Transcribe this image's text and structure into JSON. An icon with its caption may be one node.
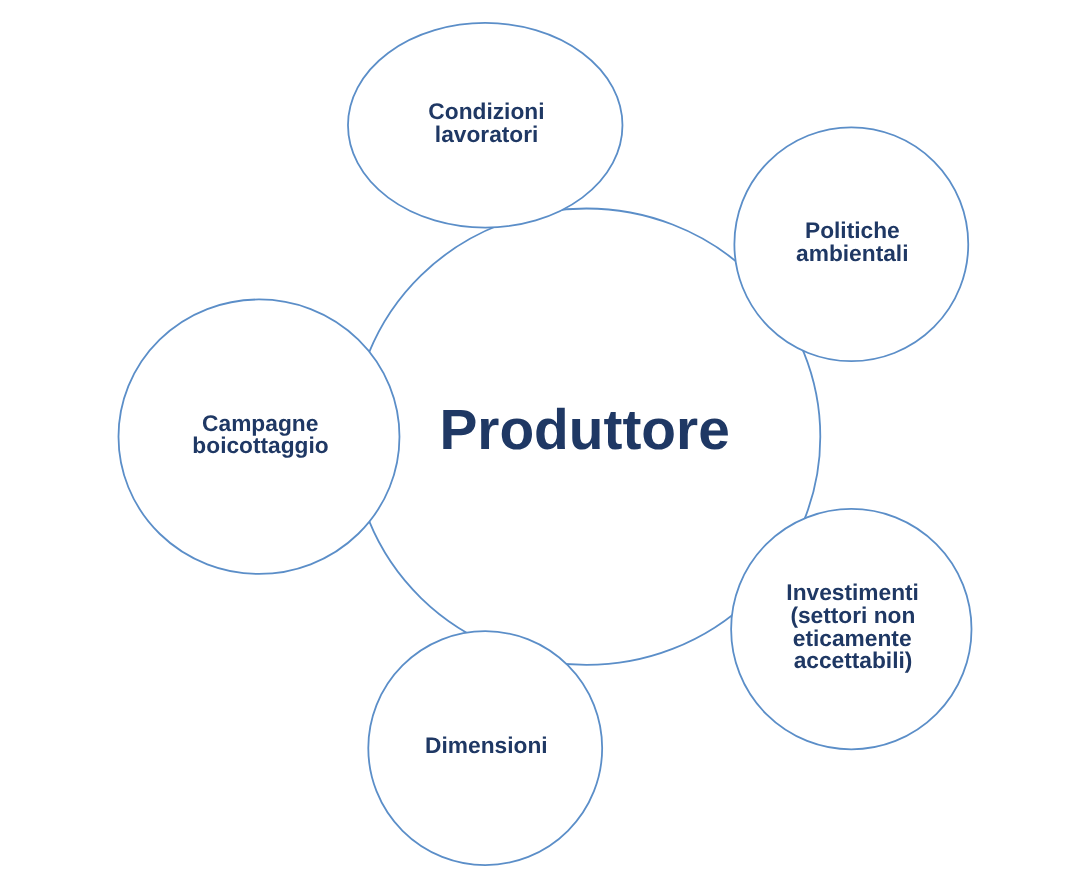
{
  "diagram": {
    "nodes": [
      {
        "text": [
          "Condizioni lavoratori"
        ]
      },
      {
        "text": [
          "Campagne boicottaggio"
        ]
      },
      {
        "text": [
          "Politiche ambientali"
        ]
      },
      {
        "text": [
          "Produttore"
        ]
      },
      {
        "text": [
          "Dimensioni"
        ]
      },
      {
        "text": [
          "Investimenti (settori non eticamente accettabili)"
        ]
      }
    ],
    "edges": []
  }
}
